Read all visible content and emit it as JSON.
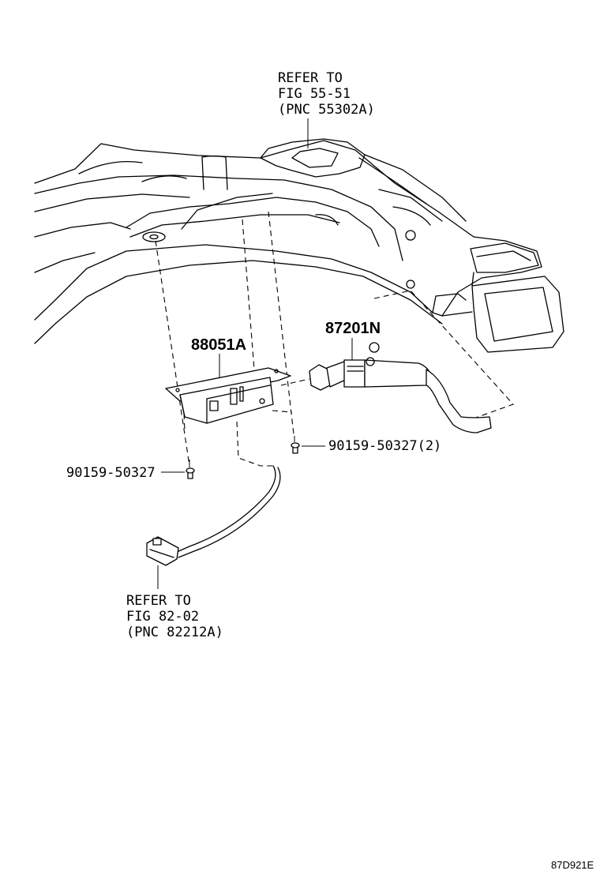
{
  "callouts": {
    "top_ref": {
      "line1": "REFER TO",
      "line2": "FIG 55-51",
      "line3": "(PNC 55302A)"
    },
    "bottom_ref": {
      "line1": "REFER TO",
      "line2": "FIG 82-02",
      "line3": "(PNC 82212A)"
    },
    "part_88051a": "88051A",
    "part_87201n": "87201N",
    "screw_left": "90159-50327",
    "screw_right": "90159-50327(2)"
  },
  "figure_id": "87D921E"
}
